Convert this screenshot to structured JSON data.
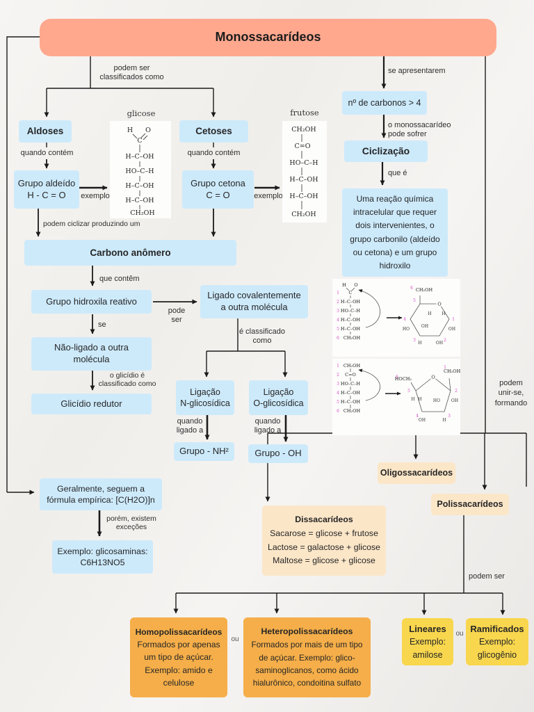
{
  "title": "Monossacarídeos",
  "colors": {
    "salmon": "#ffa88e",
    "light_blue": "#cdeafb",
    "cream": "#fbe6c8",
    "orange": "#f5ae49",
    "yellow": "#f8d64d",
    "line": "#1b1b1b",
    "pink_numbers": "#d84ec4"
  },
  "labels": {
    "classificados": "podem ser\nclassificados como",
    "se_apresentarem": "se apresentarem",
    "quando_contem": "quando contém",
    "exemplo": "exemplo",
    "podem_ciclizar": "podem ciclizar produzindo um",
    "que_contem": "que contêm",
    "pode_ser": "pode\nser",
    "se": "se",
    "e_classificado": "é classificado\ncomo",
    "glicidio_classificado": "o glicídio é\nclassificado como",
    "quando_ligado": "quando\nligado a",
    "monossacarideo_sofrer": "o monossacarídeo\npode sofrer",
    "que_e": "que é",
    "podem_unir": "podem\nunir-se,\nformando",
    "podem_ser_2": "podem ser",
    "porem": "porém, existem\nexceções",
    "ou": "ou"
  },
  "boxes": {
    "aldoses": "Aldoses",
    "cetoses": "Cetoses",
    "grupo_aldeido": "Grupo aldeído\nH - C = O",
    "grupo_cetona": "Grupo cetona\nC = O",
    "carbono_anomero": "Carbono anômero",
    "grupo_hidroxila": "Grupo hidroxila reativo",
    "ligado": "Ligado covalentemente\na outra molécula",
    "nao_ligado": "Não-ligado a outra\nmolécula",
    "glicidio_redutor": "Glicídio redutor",
    "ligacao_n": "Ligação\nN-glicosídica",
    "ligacao_o": "Ligação\nO-glicosídica",
    "grupo_nh2": "Grupo - NH²",
    "grupo_oh": "Grupo - OH",
    "n_carbonos": "nº de carbonos > 4",
    "ciclizacao": "Ciclização",
    "reacao": "Uma reação química\nintracelular que requer\ndois intervenientes, o\ngrupo carbonilo (aldeído\nou cetona) e um grupo\nhidroxilo",
    "oligossacarideos": "Oligossacarídeos",
    "polissacarideos": "Polissacarídeos",
    "dissacarideos_title": "Dissacarídeos",
    "dissacarideos_lines": [
      "Sacarose = glicose + frutose",
      "Lactose = galactose + glicose",
      "Maltose = glicose + glicose"
    ],
    "geralmente": "Geralmente, seguem a\nfórmula empírica: [C(H2O)]n",
    "exemplo_glicosaminas": "Exemplo: glicosaminas:\nC6H13NO5",
    "homo_title": "Homopolissacarídeos",
    "homo_body": "Formados por apenas\num tipo de açúcar.\nExemplo: amido e\ncelulose",
    "hetero_title": "Heteropolissacarídeos",
    "hetero_body": "Formados por mais de um tipo\nde açúcar. Exemplo: glico-\nsaminoglicanos, como ácido\nhialurônico, condoitina sulfato",
    "lineares_title": "Lineares",
    "lineares_body": "Exemplo:\namilose",
    "ramificados_title": "Ramificados",
    "ramificados_body": "Exemplo:\nglicogênio"
  },
  "fischer": {
    "glicose_title": "glicose",
    "frutose_title": "frutose",
    "h": "H",
    "o": "O",
    "c": "C",
    "glicose_rows": [
      "H–C–OH",
      "HO–C–H",
      "H–C–OH",
      "H–C–OH",
      "CH₂OH"
    ],
    "frutose_rows": [
      "CH₂OH",
      "C=O",
      "HO–C–H",
      "H–C–OH",
      "H–C–OH",
      "CH₂OH"
    ]
  },
  "cyc": {
    "o": "O",
    "oh": "OH",
    "ho": "HO",
    "h": "H",
    "ch2oh": "CH₂OH",
    "hoch2": "HOCH₂",
    "nums": [
      "1",
      "2",
      "3",
      "4",
      "5",
      "6"
    ]
  }
}
